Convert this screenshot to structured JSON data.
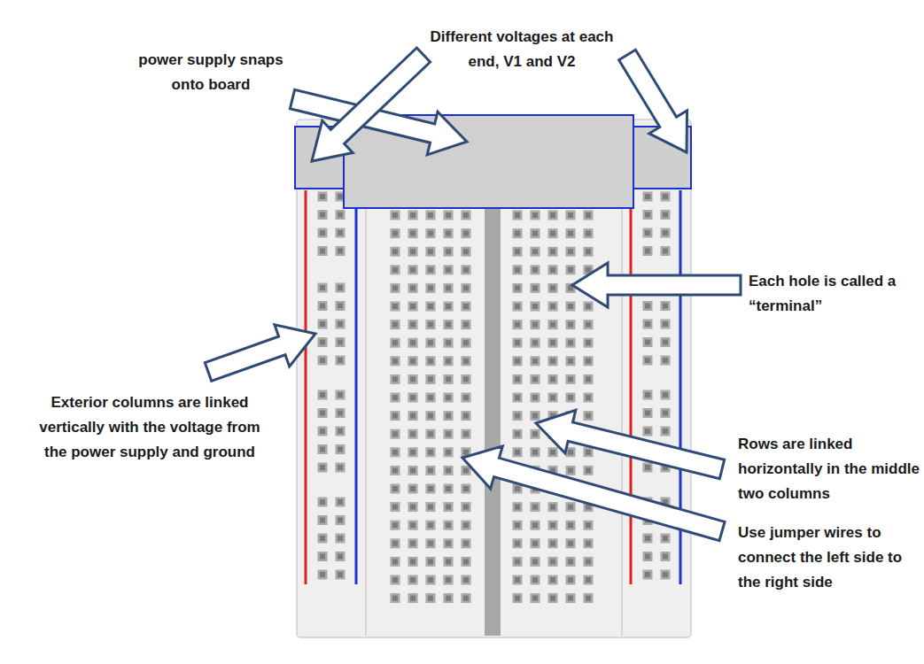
{
  "diagram": {
    "labels": [
      "power supply snaps onto board",
      "Different voltages at each end, V1 and V2",
      "Each hole is called a “terminal”",
      "Exterior columns are linked vertically with the voltage from the power supply and ground",
      "Rows are linked horizontally in the middle two columns",
      "Use jumper wires to connect the left side to the right side"
    ]
  }
}
